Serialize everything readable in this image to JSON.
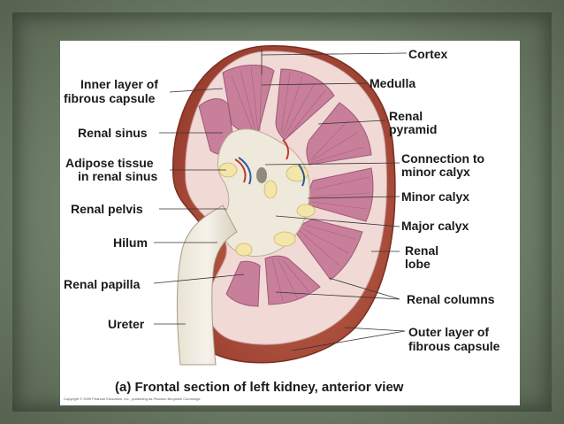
{
  "labels": {
    "cortex": "Cortex",
    "medulla": "Medulla",
    "inner_layer_1": "Inner layer of",
    "inner_layer_2": "fibrous capsule",
    "renal_pyramid_1": "Renal",
    "renal_pyramid_2": "pyramid",
    "renal_sinus": "Renal sinus",
    "connection_1": "Connection to",
    "connection_2": "minor calyx",
    "adipose_1": "Adipose tissue",
    "adipose_2": "in renal sinus",
    "minor_calyx": "Minor calyx",
    "renal_pelvis": "Renal pelvis",
    "major_calyx": "Major calyx",
    "hilum": "Hilum",
    "renal_lobe_1": "Renal",
    "renal_lobe_2": "lobe",
    "renal_papilla": "Renal papilla",
    "renal_columns": "Renal columns",
    "ureter": "Ureter",
    "outer_layer_1": "Outer layer of",
    "outer_layer_2": "fibrous capsule"
  },
  "caption": "(a) Frontal section of left kidney, anterior view",
  "copyright": "Copyright © 2009 Pearson Education, Inc., publishing as Pearson Benjamin Cummings.",
  "colors": {
    "capsule_outer": "#b5513e",
    "cortex": "#f1d9d6",
    "pyramid": "#c77f9a",
    "sinus_fat": "#f3e6a8",
    "pelvis": "#efe9dc"
  }
}
